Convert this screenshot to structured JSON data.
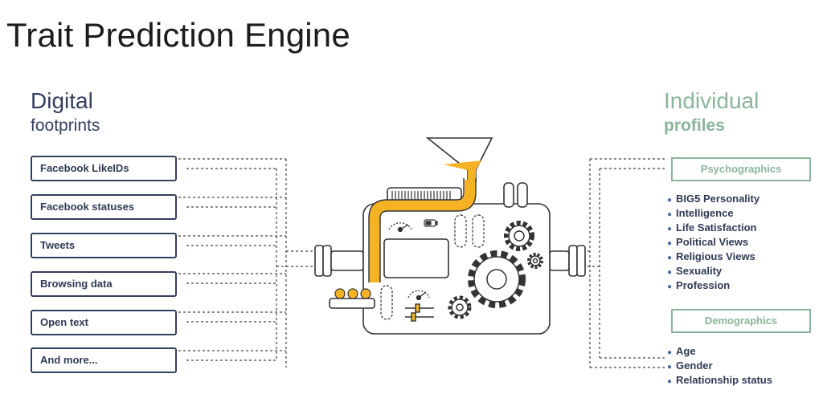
{
  "title": "Trait Prediction Engine",
  "left": {
    "heading_line1": "Digital",
    "heading_line2": "footprints",
    "sources": [
      "Facebook LikeIDs",
      "Facebook statuses",
      "Tweets",
      "Browsing data",
      "Open text",
      "And more..."
    ]
  },
  "right": {
    "heading_line1": "Individual",
    "heading_line2": "profiles",
    "psychographics": {
      "label": "Psychographics",
      "items": [
        "BIG5 Personality",
        "Intelligence",
        "Life Satisfaction",
        "Political Views",
        "Religious Views",
        "Sexuality",
        "Profession"
      ]
    },
    "demographics": {
      "label": "Demographics",
      "items": [
        "Age",
        "Gender",
        "Relationship status"
      ]
    }
  },
  "colors": {
    "navy": "#33405e",
    "green": "#8bb59a",
    "accent": "#f5b323",
    "line": "#444444"
  }
}
